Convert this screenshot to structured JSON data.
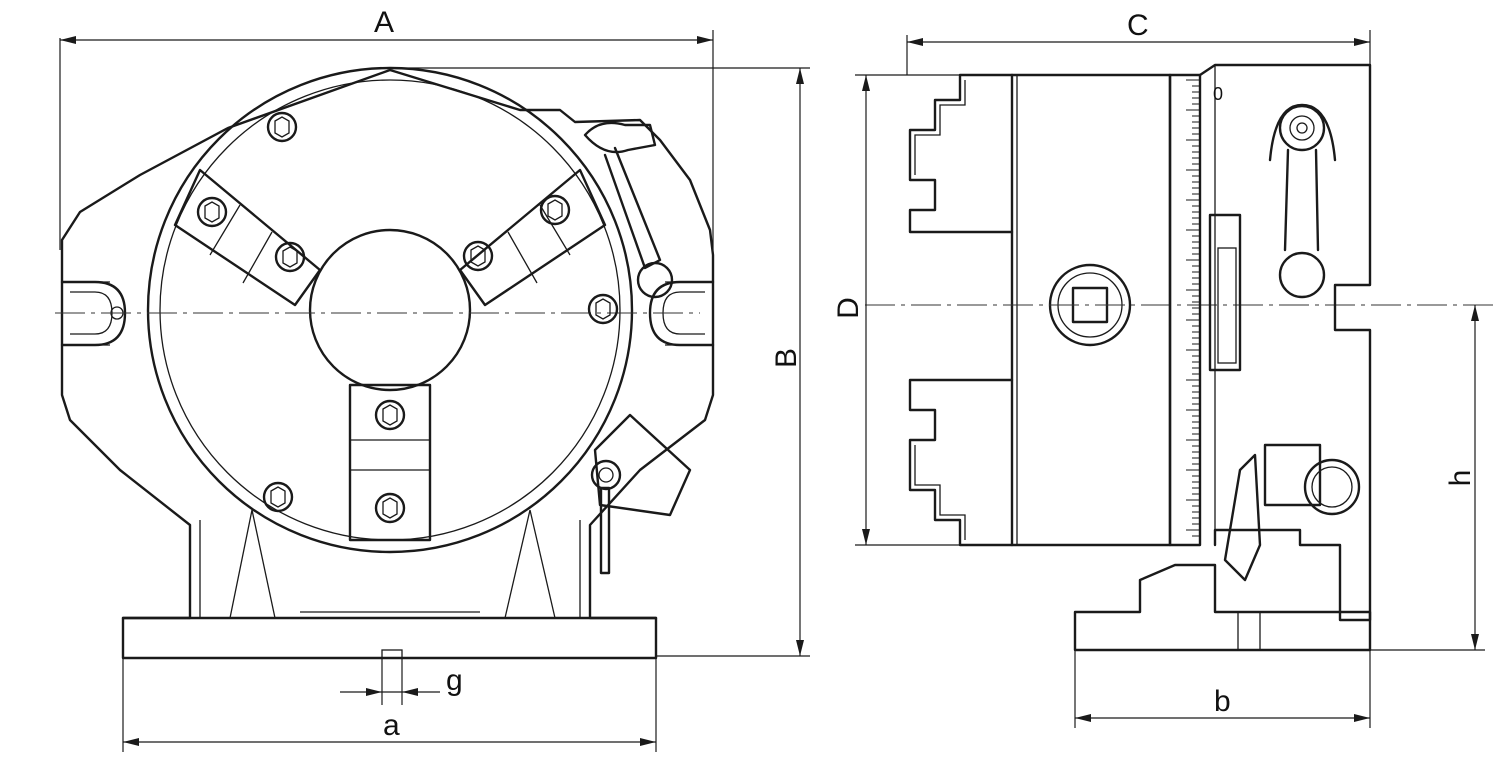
{
  "dimension_labels": {
    "A": "A",
    "B": "B",
    "C": "C",
    "D": "D",
    "g": "g",
    "a": "a",
    "b": "b",
    "h": "h"
  },
  "scale_marks": {
    "zero": "0"
  },
  "line_color": "#1a1a1a",
  "background_color": "#ffffff"
}
